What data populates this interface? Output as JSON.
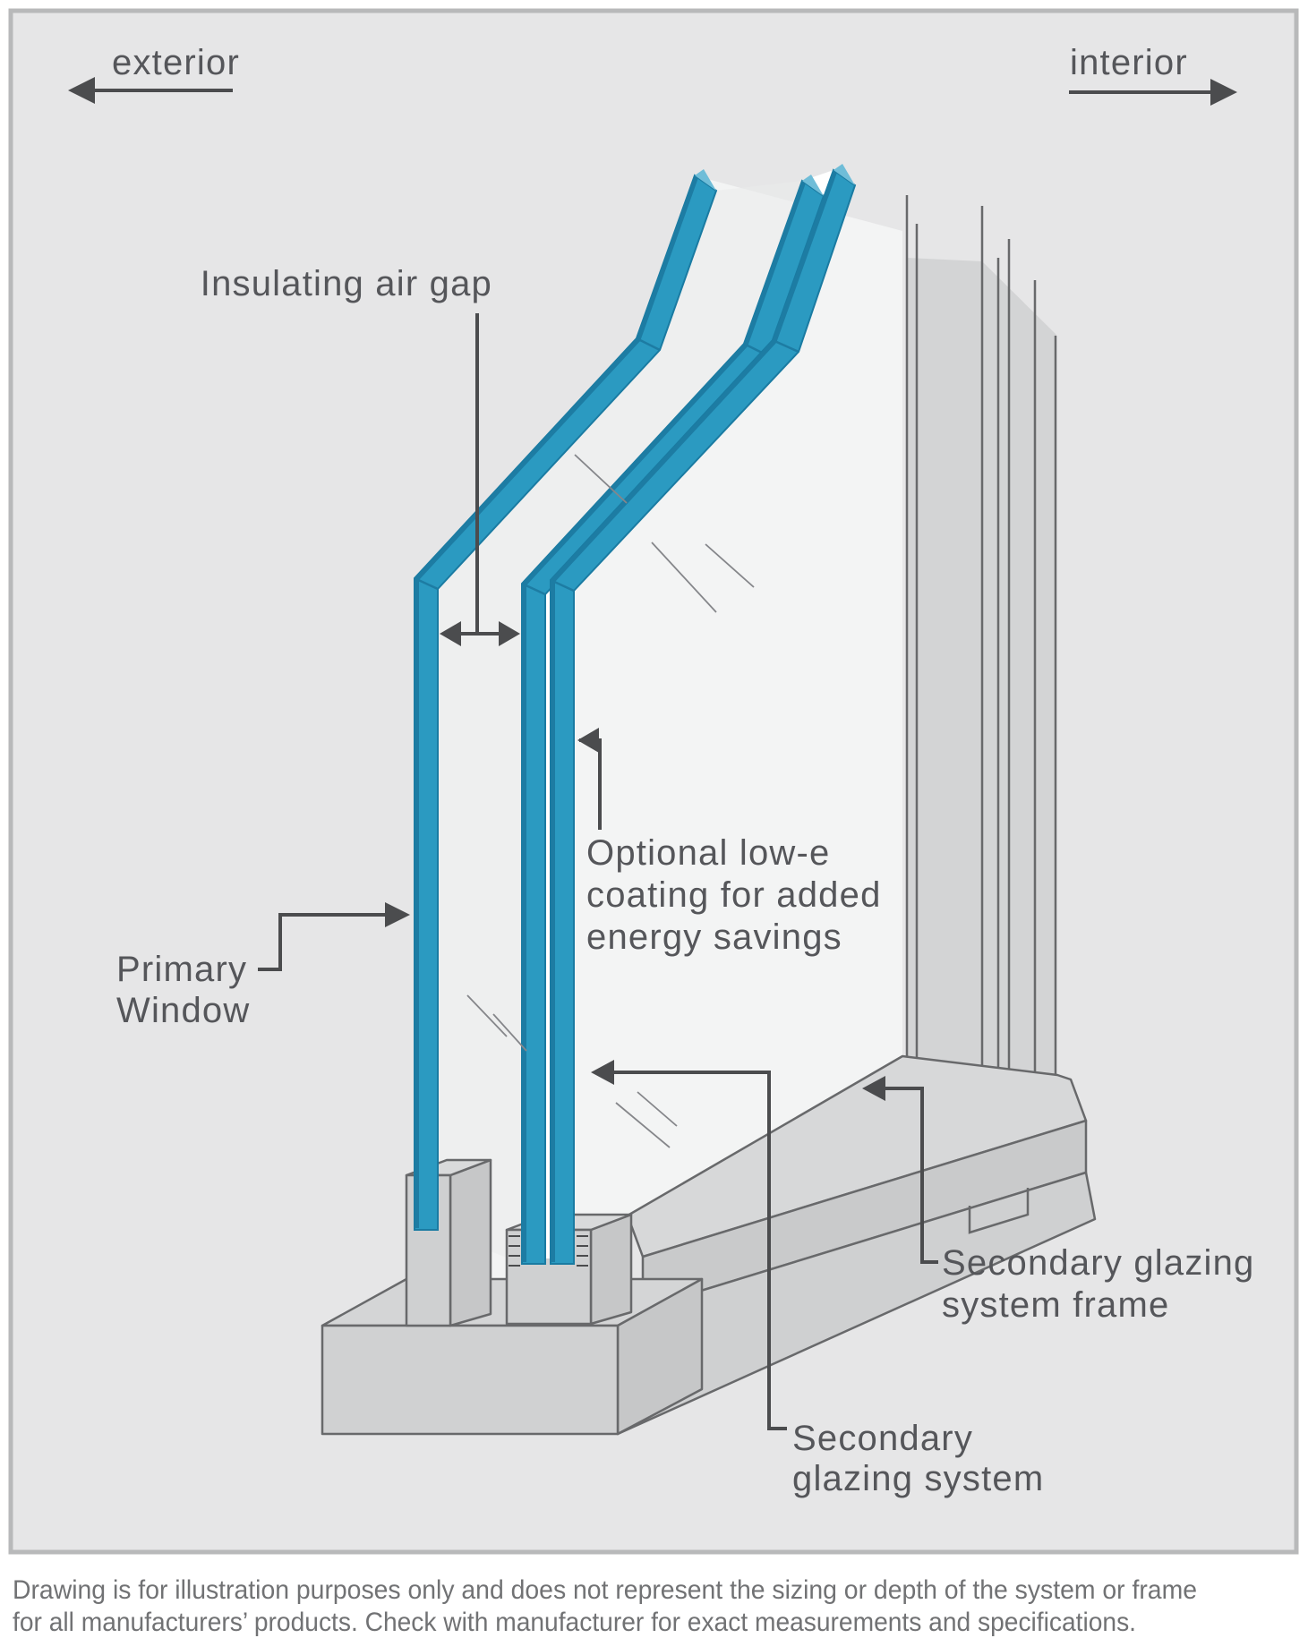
{
  "orientation": {
    "exterior_label": "exterior",
    "interior_label": "interior"
  },
  "annotations": {
    "insulating_air_gap": {
      "label": "Insulating air gap"
    },
    "low_e_coating": {
      "lines": [
        "Optional low-e",
        "coating for added",
        "energy savings"
      ]
    },
    "primary_window": {
      "lines": [
        "Primary",
        "Window"
      ]
    },
    "secondary_frame": {
      "lines": [
        "Secondary glazing",
        "system frame"
      ]
    },
    "secondary_system": {
      "lines": [
        "Secondary",
        "glazing system"
      ]
    }
  },
  "footer": {
    "lines": [
      "Drawing is for illustration purposes only and does not represent the sizing or depth of the system or frame",
      "for all manufacturers’ products. Check with manufacturer for exact measurements and specifications."
    ]
  },
  "colors": {
    "panel_background": "#e6e6e7",
    "panel_border": "#b8b9ba",
    "glass_teal": "#2b9ac1",
    "glass_teal_dark": "#1d7ca3",
    "glass_tip_highlight": "#6fbdd8",
    "glass_surface": "#f3f4f4",
    "pane_gap_white": "#ffffff",
    "frame_gray": "#d3d4d5",
    "sill_top": "#d7d8d9",
    "sill_front": "#c9cacb",
    "annotation_gray": "#4b4c4e",
    "label_text": "#55565a",
    "footer_text": "#717274"
  }
}
